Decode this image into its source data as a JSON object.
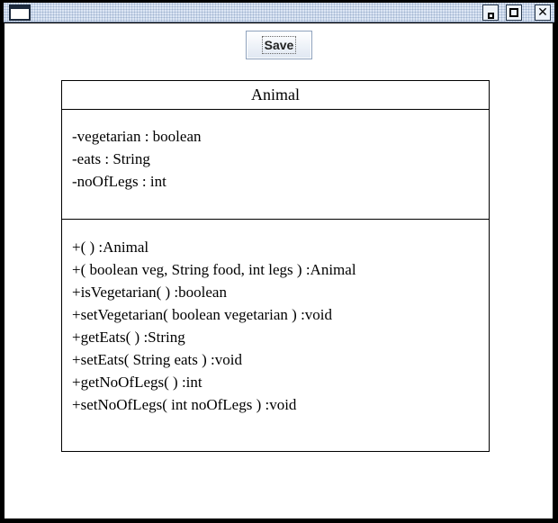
{
  "window": {
    "icons": {
      "system_menu": "window-icon",
      "minimize": "minimize-icon",
      "maximize": "maximize-icon",
      "close": "close-icon"
    },
    "close_glyph": "✕"
  },
  "toolbar": {
    "save_label": "Save"
  },
  "uml_class": {
    "name": "Animal",
    "attributes": [
      "-vegetarian : boolean",
      "-eats : String",
      "-noOfLegs : int"
    ],
    "methods": [
      "+( ) :Animal",
      "+( boolean veg, String food, int legs ) :Animal",
      "+isVegetarian( ) :boolean",
      "+setVegetarian( boolean vegetarian ) :void",
      "+getEats( ) :String",
      "+setEats( String eats ) :void",
      "+getNoOfLegs( ) :int",
      "+setNoOfLegs( int noOfLegs ) :void"
    ]
  }
}
